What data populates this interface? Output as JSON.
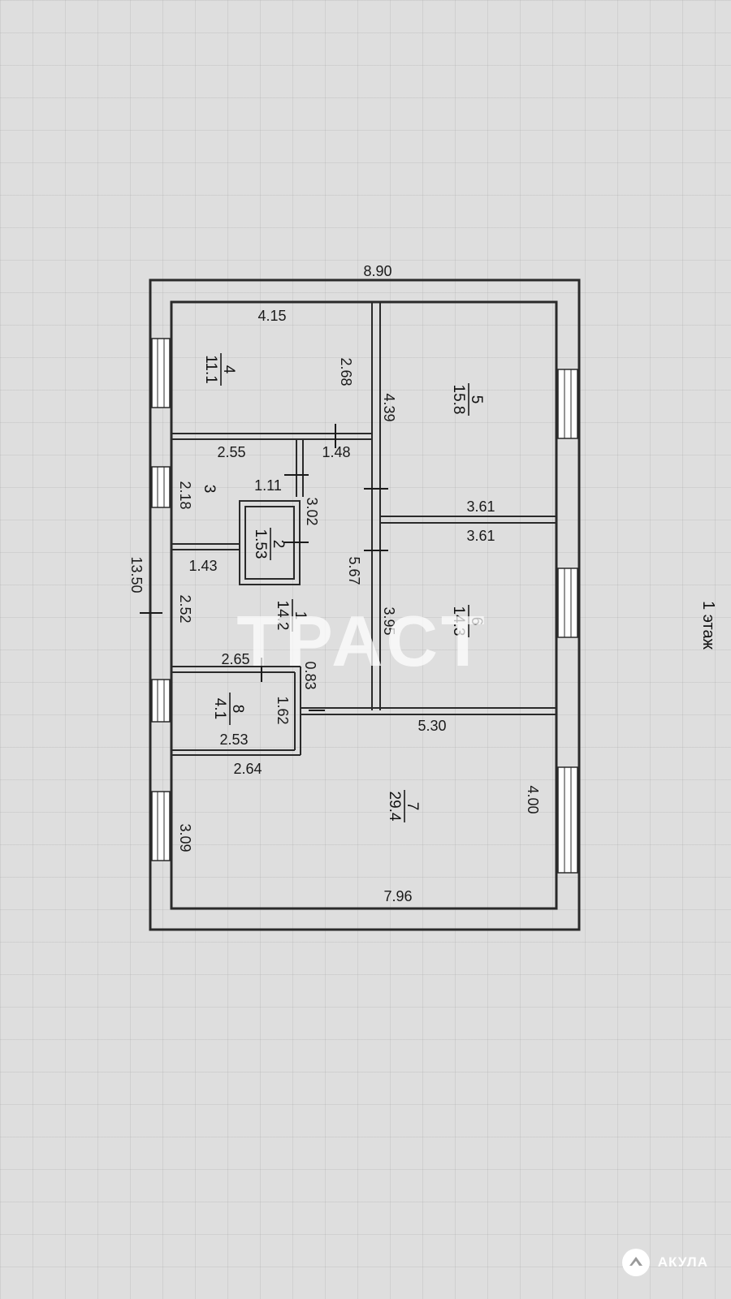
{
  "plan": {
    "rooms": [
      {
        "number": "1",
        "area": "14.2"
      },
      {
        "number": "2",
        "area": "1.53"
      },
      {
        "number": "3",
        "area": ""
      },
      {
        "number": "4",
        "area": "11.1"
      },
      {
        "number": "5",
        "area": "15.8"
      },
      {
        "number": "6",
        "area": "14.3"
      },
      {
        "number": "7",
        "area": "29.4"
      },
      {
        "number": "8",
        "area": "4.1"
      }
    ],
    "dimensions": {
      "overall_width": "8.90",
      "overall_height": "13.50",
      "room4_a": "4.15",
      "room4_b": "2.68",
      "room5_a": "4.39",
      "room5_b": "3.61",
      "room6_a": "3.61",
      "room6_b": "3.95",
      "room3_a": "2.55",
      "room3_b": "2.18",
      "room3_c": "1.11",
      "hall_a": "1.48",
      "hall_b": "3.02",
      "hall_c": "5.67",
      "hall_d": "2.52",
      "hall_e": "1.43",
      "hall_f": "2.65",
      "hall_g": "0.83",
      "room8_a": "1.62",
      "room8_b": "2.53",
      "room7_a": "5.30",
      "room7_b": "2.64",
      "room7_c": "3.09",
      "room7_d": "4.00",
      "room7_e": "7.96"
    },
    "floor_label": "1 этаж"
  },
  "watermark": "ТРАСТ",
  "brand": {
    "name": "АКУЛА",
    "logo_icon": "shark-logo-icon"
  }
}
